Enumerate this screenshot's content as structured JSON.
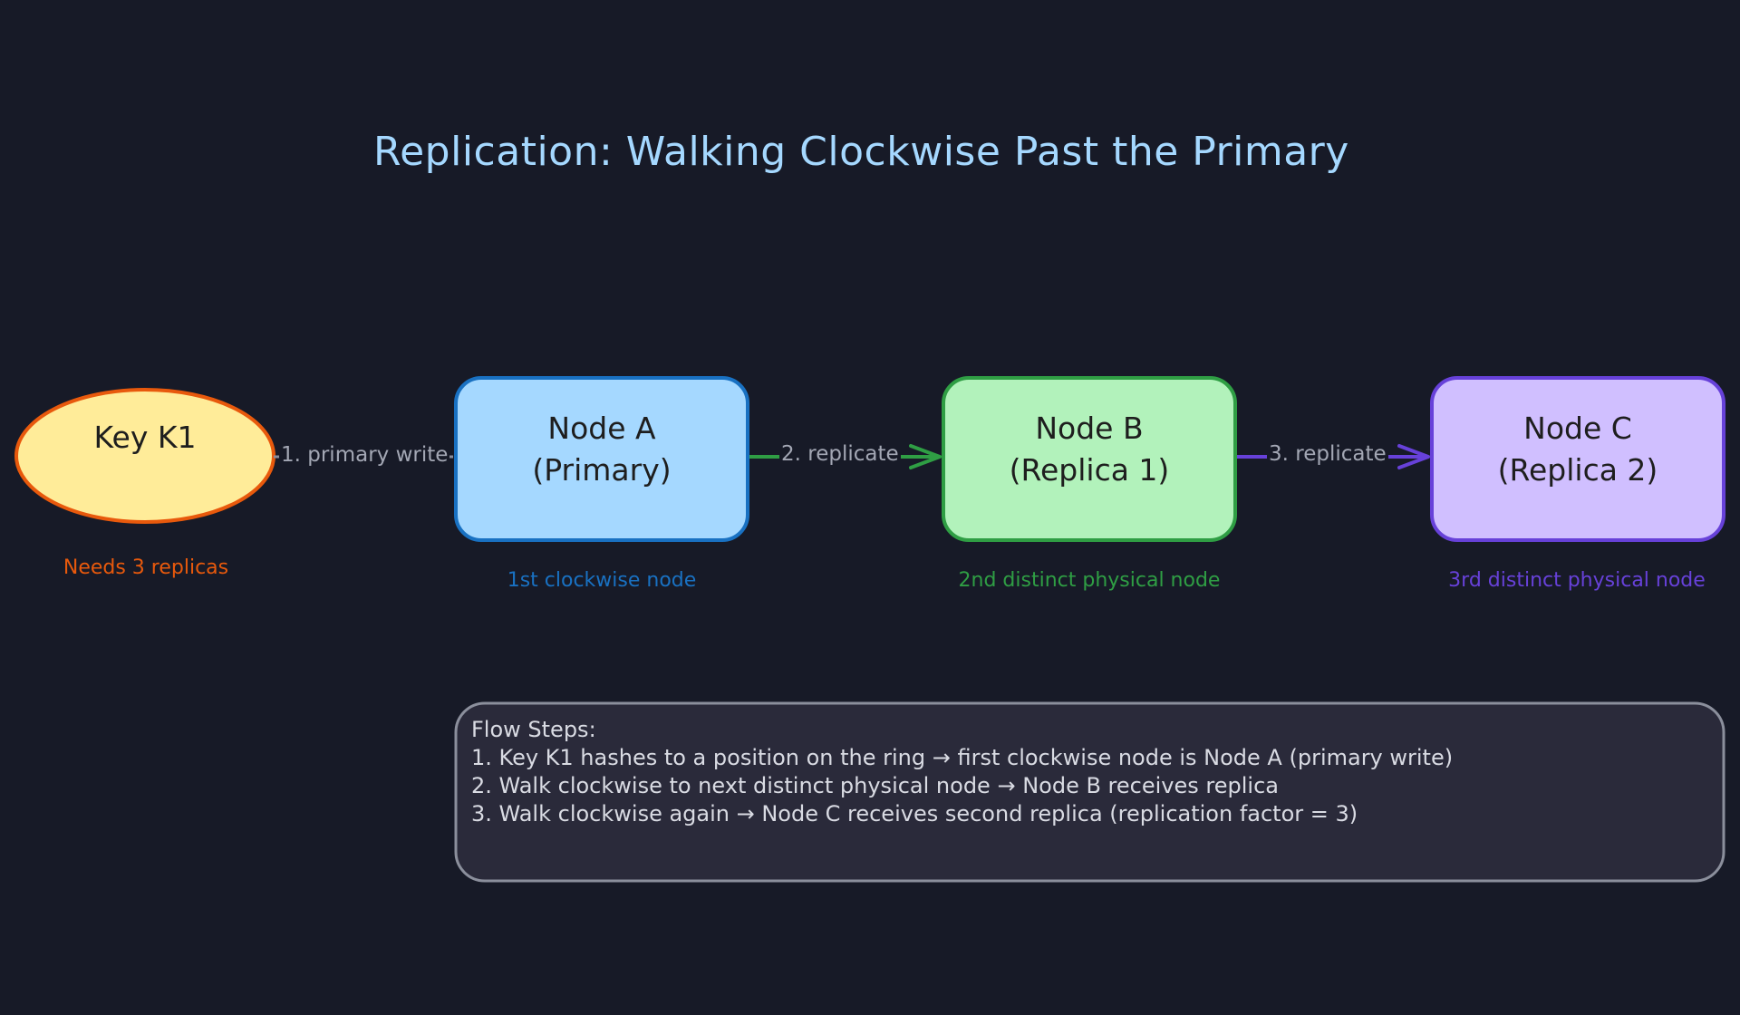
{
  "title": "Replication: Walking Clockwise Past the Primary",
  "colors": {
    "background": "#171a27",
    "title": "#a5d8ff",
    "key_fill": "#ffec99",
    "key_stroke": "#e8590c",
    "node_a_fill": "#a5d8ff",
    "node_a_stroke": "#1971c2",
    "node_b_fill": "#b2f2bb",
    "node_b_stroke": "#2f9e44",
    "node_c_fill": "#d0bfff",
    "node_c_stroke": "#6741d9",
    "notes_fill": "#2a2a3a",
    "notes_stroke": "#8b8f9c"
  },
  "nodes": {
    "key": {
      "label": "Key K1",
      "caption": "Needs 3 replicas"
    },
    "node_a": {
      "line1": "Node A",
      "line2": "(Primary)",
      "caption": "1st clockwise node"
    },
    "node_b": {
      "line1": "Node B",
      "line2": "(Replica 1)",
      "caption": "2nd distinct physical node"
    },
    "node_c": {
      "line1": "Node C",
      "line2": "(Replica 2)",
      "caption": "3rd distinct physical node"
    }
  },
  "edges": {
    "primary_write": "1. primary write",
    "replicate_1": "2. replicate",
    "replicate_2": "3. replicate"
  },
  "notes": {
    "heading": "Flow Steps:",
    "steps": [
      "1. Key K1 hashes to a position on the ring → first clockwise node is Node A (primary write)",
      "2. Walk clockwise to next distinct physical node → Node B receives replica",
      "3. Walk clockwise again → Node C receives second replica  (replication factor = 3)"
    ]
  }
}
